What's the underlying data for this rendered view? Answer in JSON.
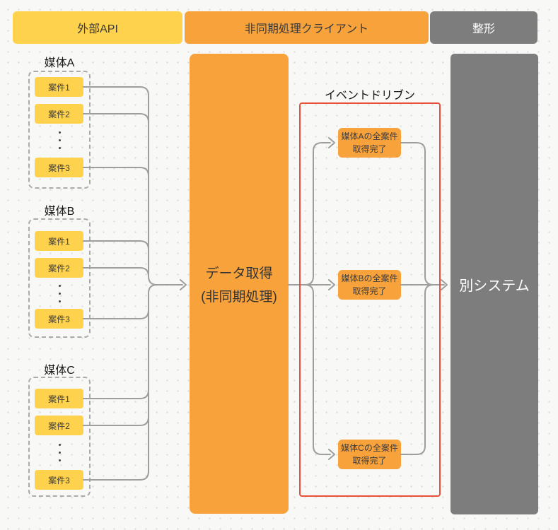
{
  "header": {
    "segments": [
      {
        "label": "外部API",
        "color": "#FFD24D",
        "text_color": "#3A3A3A"
      },
      {
        "label": "非同期処理クライアント",
        "color": "#F8A23C",
        "text_color": "#3A3A3A"
      },
      {
        "label": "整形",
        "color": "#7D7D7D",
        "text_color": "#FFFFFF"
      }
    ]
  },
  "groups": [
    {
      "label": "媒体A",
      "items": [
        "案件1",
        "案件2",
        "案件3"
      ]
    },
    {
      "label": "媒体B",
      "items": [
        "案件1",
        "案件2",
        "案件3"
      ]
    },
    {
      "label": "媒体C",
      "items": [
        "案件1",
        "案件2",
        "案件3"
      ]
    }
  ],
  "process": {
    "line1": "データ取得",
    "line2": "(非同期処理)"
  },
  "event_driven": {
    "label": "イベントドリブン",
    "events": [
      {
        "line1": "媒体Aの全案件",
        "line2": "取得完了"
      },
      {
        "line1": "媒体Bの全案件",
        "line2": "取得完了"
      },
      {
        "line1": "媒体Cの全案件",
        "line2": "取得完了"
      }
    ]
  },
  "output": {
    "label": "別システム"
  },
  "colors": {
    "background": "#F8F8F7",
    "grid_dot": "#D9D9D9",
    "yellow": "#FFD24D",
    "orange": "#F8A23C",
    "gray": "#7D7D7D",
    "red_border": "#E8503C",
    "connector": "#9E9E9E"
  }
}
